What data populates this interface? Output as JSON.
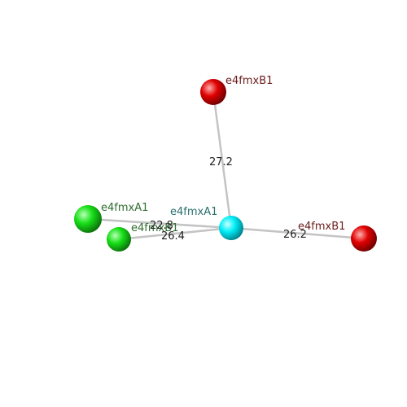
{
  "colors": {
    "background": "#ffffff",
    "center_atom": "#00e5f0",
    "green_atom": "#18e018",
    "red_atom": "#e00000",
    "bond": "#c8c8c8",
    "label_teal": "#2a6f6f",
    "label_green": "#2e6b2e",
    "label_red": "#6b1a1a",
    "distance_text": "#222222"
  },
  "atoms": {
    "center": {
      "label": "e4fmxA1"
    },
    "green_left": {
      "label": "e4fmxA1"
    },
    "green_mid": {
      "label": "e4fmxB1"
    },
    "red_top": {
      "label": "e4fmxB1"
    },
    "red_right": {
      "label": "e4fmxB1"
    }
  },
  "distances": {
    "to_red_top": "27.2",
    "to_green_left": "22.8",
    "to_green_mid": "26.4",
    "to_red_right": "26.2"
  }
}
